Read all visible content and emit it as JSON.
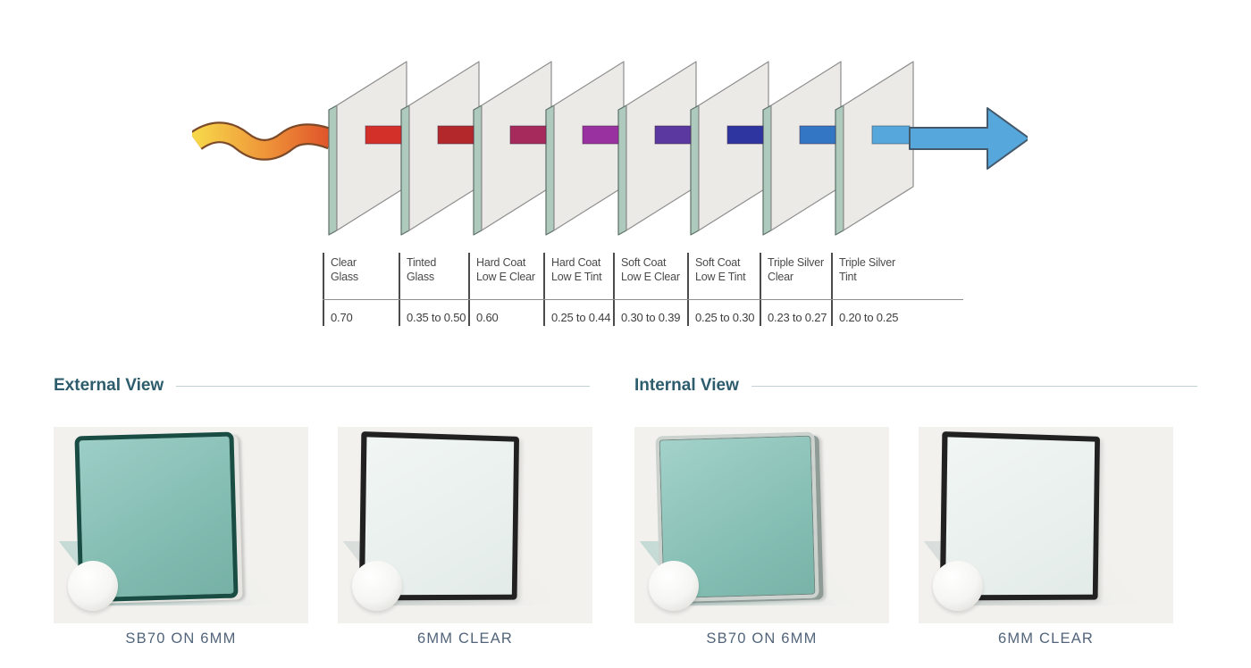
{
  "diagram": {
    "pane_count": 8,
    "pane_edge_color": "#aecabc",
    "pane_face_color": "#ebeae7",
    "heat_wave_colors": [
      "#f7d74a",
      "#ee9038",
      "#df522a"
    ],
    "bar_colors": [
      "#d3302a",
      "#b3292b",
      "#a62a5c",
      "#9a31a0",
      "#5a38a0",
      "#2f35a0",
      "#3377c4",
      "#55a7dc"
    ],
    "outgoing_arrow_color": "#55a7dc"
  },
  "shgc_table": {
    "columns": [
      {
        "label_line1": "Clear",
        "label_line2": "Glass",
        "value": "0.70"
      },
      {
        "label_line1": "Tinted",
        "label_line2": "Glass",
        "value": "0.35 to 0.50"
      },
      {
        "label_line1": "Hard Coat",
        "label_line2": "Low E Clear",
        "value": "0.60"
      },
      {
        "label_line1": "Hard Coat",
        "label_line2": "Low E Tint",
        "value": "0.25 to 0.44"
      },
      {
        "label_line1": "Soft Coat",
        "label_line2": "Low E Clear",
        "value": "0.30 to 0.39"
      },
      {
        "label_line1": "Soft Coat",
        "label_line2": "Low E Tint",
        "value": "0.25 to 0.30"
      },
      {
        "label_line1": "Triple Silver",
        "label_line2": "Clear",
        "value": "0.23 to 0.27"
      },
      {
        "label_line1": "Triple Silver",
        "label_line2": "Tint",
        "value": "0.20 to 0.25"
      }
    ]
  },
  "chart_data": {
    "type": "table",
    "categories": [
      "Clear Glass",
      "Tinted Glass",
      "Hard Coat Low E Clear",
      "Hard Coat Low E Tint",
      "Soft Coat Low E Clear",
      "Soft Coat Low E Tint",
      "Triple Silver Clear",
      "Triple Silver Tint"
    ],
    "values": [
      "0.70",
      "0.35 to 0.50",
      "0.60",
      "0.25 to 0.44",
      "0.30 to 0.39",
      "0.25 to 0.30",
      "0.23 to 0.27",
      "0.20 to 0.25"
    ]
  },
  "views": {
    "external": {
      "title": "External View",
      "photos": [
        {
          "caption": "SB70 ON 6MM",
          "glass": "teal tinted, dark teal frame"
        },
        {
          "caption": "6MM CLEAR",
          "glass": "clear, black frame"
        }
      ]
    },
    "internal": {
      "title": "Internal View",
      "photos": [
        {
          "caption": "SB70 ON 6MM",
          "glass": "teal tinted, silver frame"
        },
        {
          "caption": "6MM CLEAR",
          "glass": "clear, black frame"
        }
      ]
    }
  },
  "colors": {
    "heading": "#2d5c6d",
    "caption": "#51647a",
    "table_text": "#4a4a4a"
  }
}
